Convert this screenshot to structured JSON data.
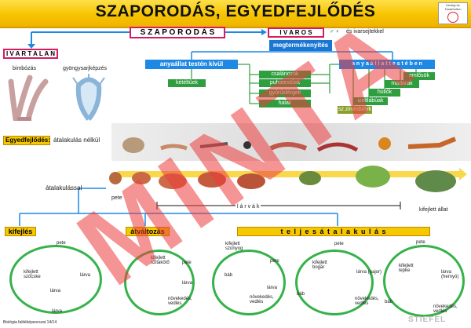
{
  "header": {
    "title": "SZAPORODÁS, EGYEDFEJLŐDÉS",
    "logo_text": "Kézégi és Tanárbolton"
  },
  "top": {
    "szaporodas": "S Z A P O R O D Á S",
    "ivaros": "I V A R O S",
    "ivarsejtekkel": "és ivarsejtekkel",
    "ivartalan": "I V A R T A L A N",
    "bimbozas": "bimbózás",
    "gyongy": "gyöngysarjképzés",
    "megtermekenyites": "megtermékenyítés",
    "kivul": "anyaállat testén kívül",
    "belul": "a n y a á l l a t   t e s t é b e n",
    "keteltuek": "kétéltűek",
    "middle_tags": [
      "csalánozók",
      "puhatestűek",
      "gyűrűsférgek",
      "halak"
    ],
    "right_tags": [
      "emlősök",
      "madarak",
      "hüllők",
      "izeltlábúak",
      "sz.zimmbólyk"
    ]
  },
  "egyedfejlodes": {
    "label": "Egyedfejlődés:",
    "value": "átalakulás nélkül"
  },
  "atalakulassal": {
    "label": "átalakulással",
    "pete": "pete",
    "larvak": "l á r v á k",
    "kifejlett": "kifejlett állat"
  },
  "cycles": {
    "kifejles": "kifejlés",
    "atvaltozas": "átváltozás",
    "teljes": "t e l j e s   á t a l a k u l á s",
    "c1": {
      "pete": "pete",
      "kifejlett": "kifejlett szöcske",
      "larva1": "lárva",
      "larva2": "lárva",
      "larva3": "lárva"
    },
    "c2": {
      "kifejlett": "kifejlett szitakötő",
      "pete": "pete",
      "larva": "lárva",
      "novekedes": "növekedés, vedlés"
    },
    "c3": {
      "kifejlett": "kifejlett szúnyog",
      "pete": "pete",
      "bab": "báb",
      "larva": "lárva",
      "novekedes": "növekedés, vedlés"
    },
    "c4": {
      "pete": "pete",
      "kifejlett": "kifejlett bogár",
      "bab": "báb",
      "larva": "lárva (pajor)",
      "novekedes": "növekedés, vedlés"
    },
    "c5": {
      "pete": "pete",
      "kifejlett": "kifejlett lepke",
      "bab": "báb",
      "larva": "lárva (hernyó)",
      "novekedes": "növekedés, vedlés"
    }
  },
  "footer": {
    "left": "Biológia falitéképsorozat 14/14",
    "right": "STIEFEL"
  },
  "watermark": "MINTA",
  "colors": {
    "accent_blue": "#1e88e5",
    "accent_pink": "#d81b60",
    "green": "#2e9e3e",
    "yellow": "#f7c700"
  }
}
